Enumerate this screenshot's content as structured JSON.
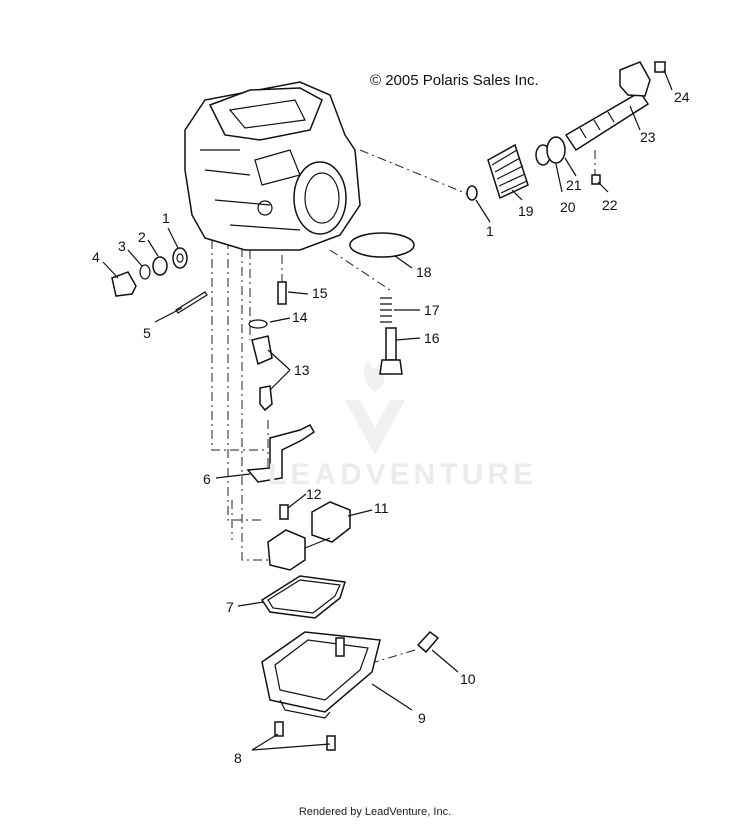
{
  "copyright": "© 2005 Polaris Sales Inc.",
  "watermark": "LEADVENTURE",
  "footer": "Rendered by LeadVenture, Inc.",
  "callouts": [
    {
      "id": "c1a",
      "label": "1"
    },
    {
      "id": "c1b",
      "label": "1"
    },
    {
      "id": "c2",
      "label": "2"
    },
    {
      "id": "c3",
      "label": "3"
    },
    {
      "id": "c4",
      "label": "4"
    },
    {
      "id": "c5",
      "label": "5"
    },
    {
      "id": "c6",
      "label": "6"
    },
    {
      "id": "c7",
      "label": "7"
    },
    {
      "id": "c8",
      "label": "8"
    },
    {
      "id": "c9",
      "label": "9"
    },
    {
      "id": "c10",
      "label": "10"
    },
    {
      "id": "c11",
      "label": "11"
    },
    {
      "id": "c12",
      "label": "12"
    },
    {
      "id": "c13",
      "label": "13"
    },
    {
      "id": "c14",
      "label": "14"
    },
    {
      "id": "c15",
      "label": "15"
    },
    {
      "id": "c16",
      "label": "16"
    },
    {
      "id": "c17",
      "label": "17"
    },
    {
      "id": "c18",
      "label": "18"
    },
    {
      "id": "c19",
      "label": "19"
    },
    {
      "id": "c20",
      "label": "20"
    },
    {
      "id": "c21",
      "label": "21"
    },
    {
      "id": "c22",
      "label": "22"
    },
    {
      "id": "c23",
      "label": "23"
    },
    {
      "id": "c24",
      "label": "24"
    }
  ]
}
